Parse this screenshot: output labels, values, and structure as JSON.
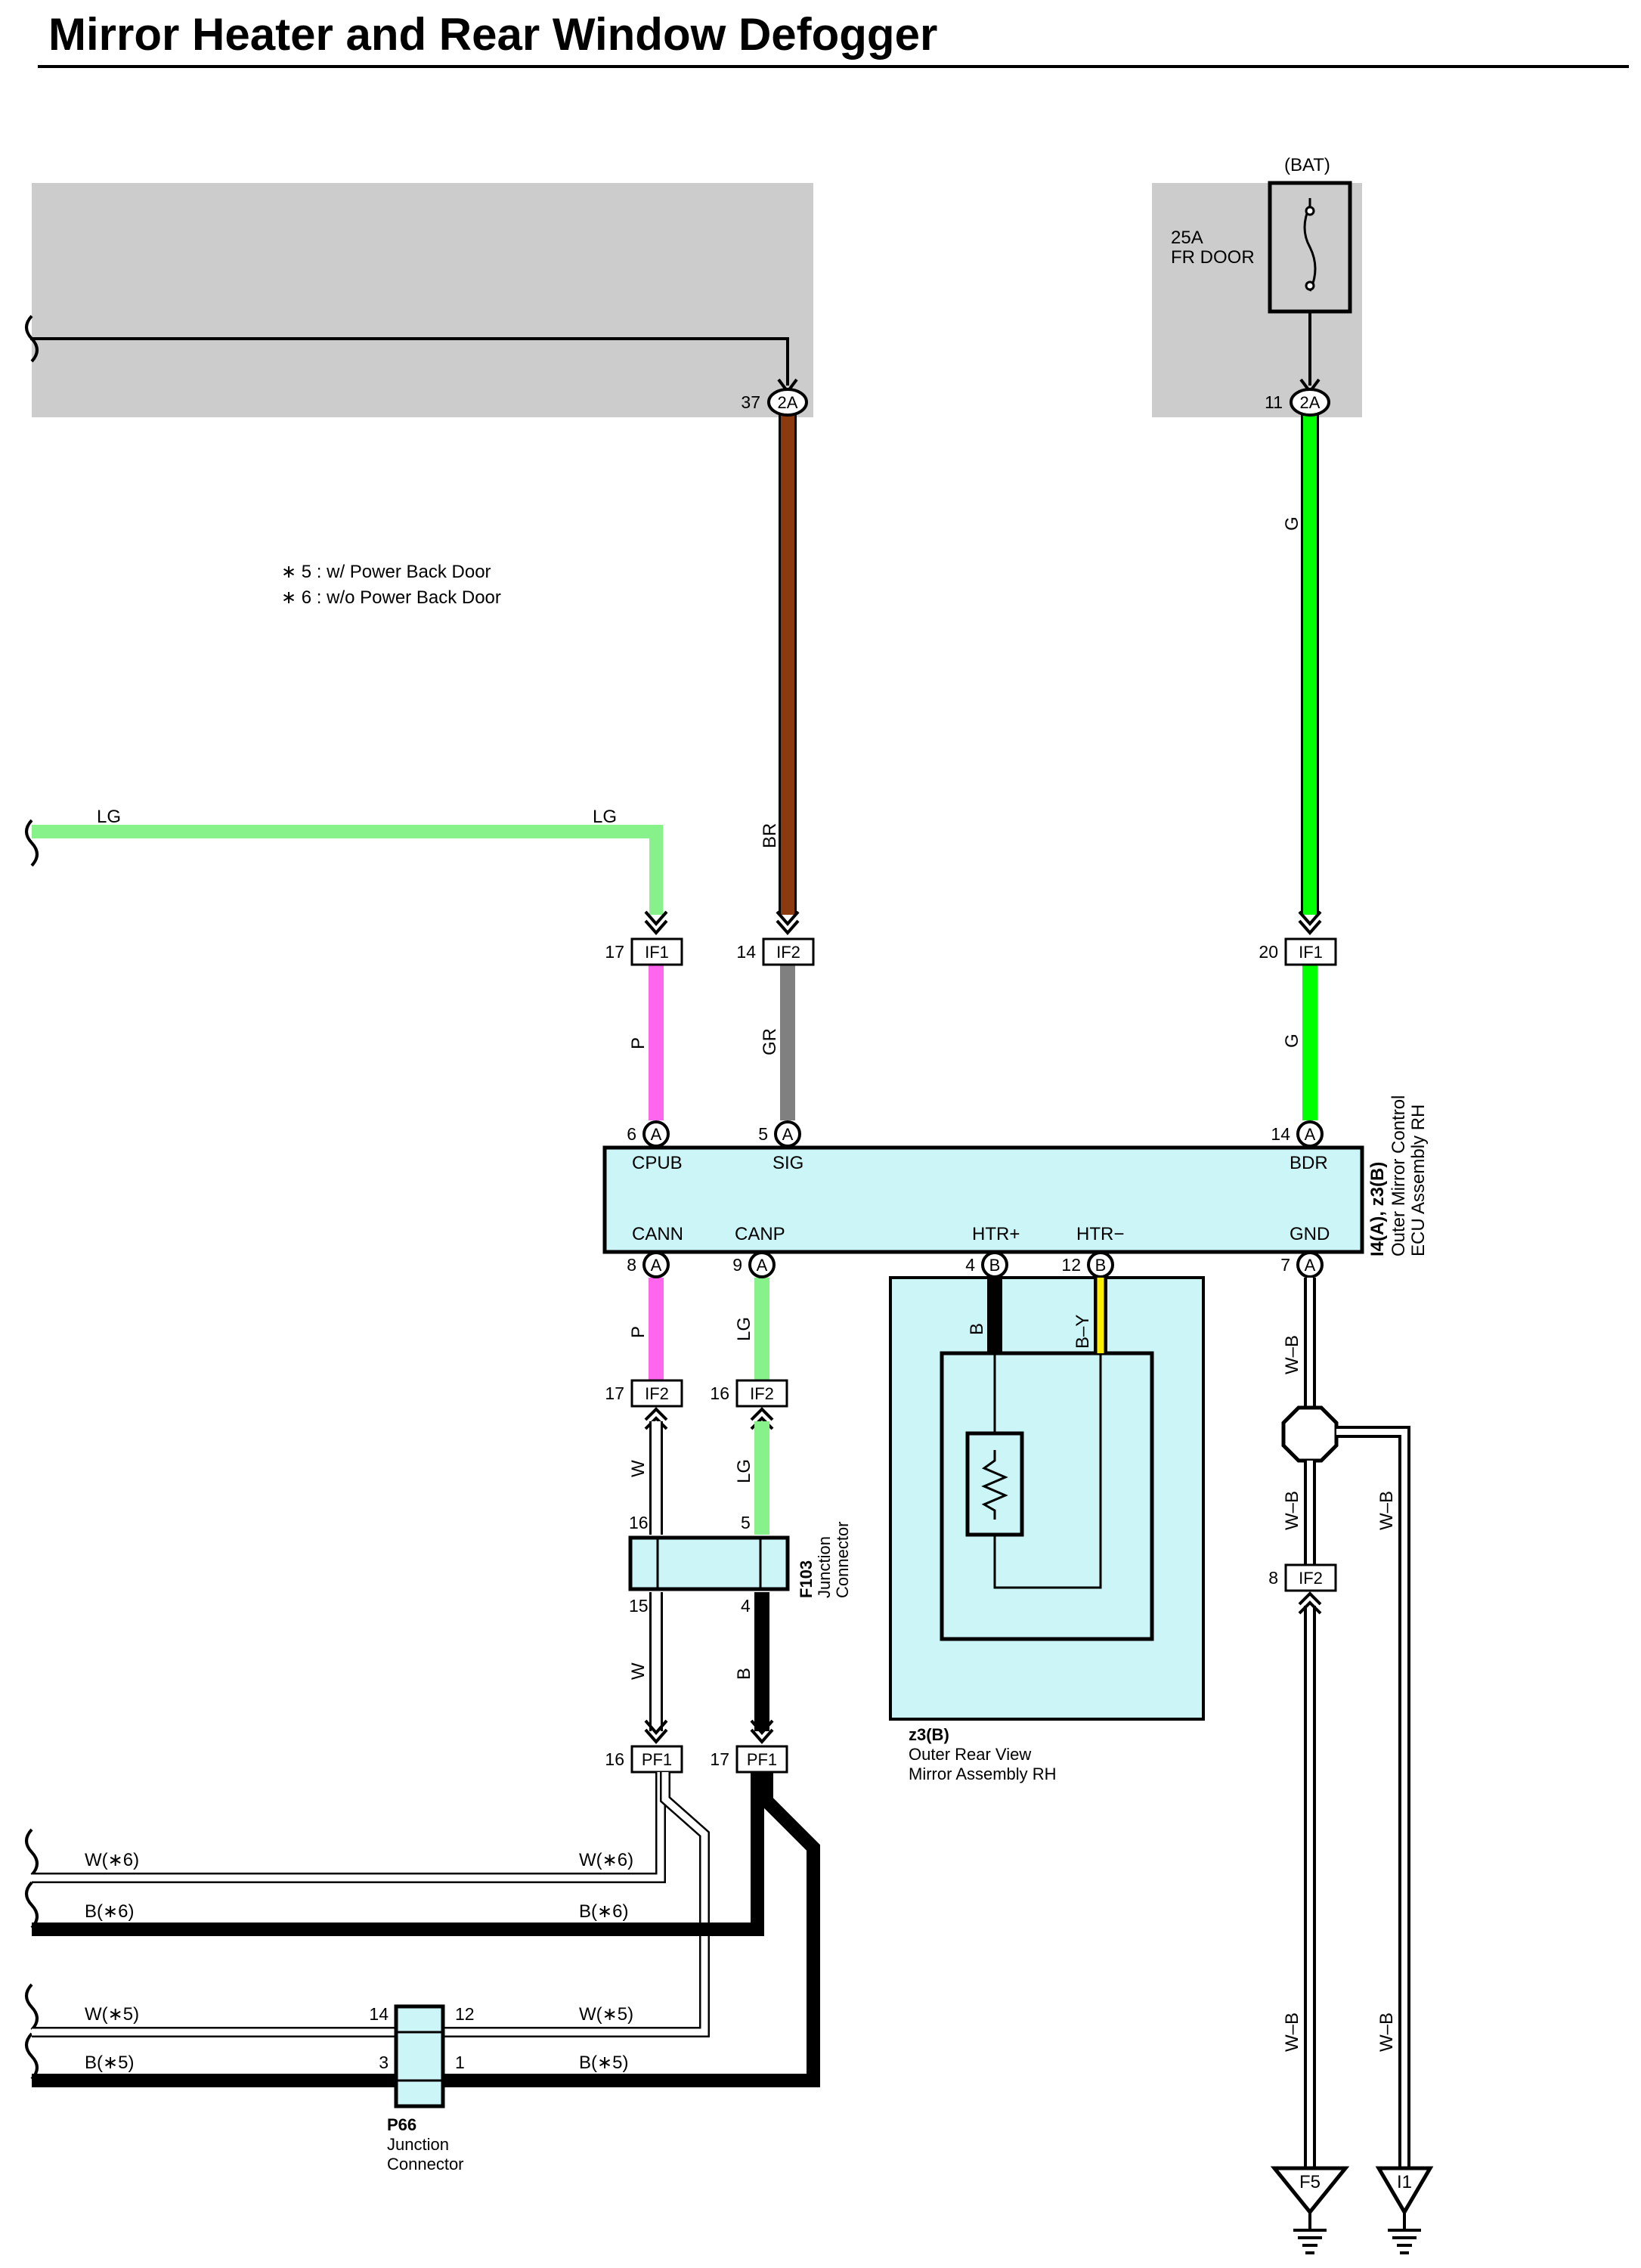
{
  "title": "Mirror Heater and Rear Window Defogger",
  "colors": {
    "shade": "#cccccc",
    "component_fill": "#ccf5f7",
    "brown": "#8b3a0e",
    "green": "#00ff00",
    "light_green": "#88f28a",
    "pink": "#ff66ee",
    "gray": "#808080",
    "yellow": "#ffee00",
    "black": "#000000"
  },
  "notes": {
    "note5": "∗ 5 : w/ Power Back Door",
    "note6": "∗ 6 : w/o Power Back Door"
  },
  "fuse": {
    "supply": "(BAT)",
    "rating": "25A",
    "name": "FR DOOR"
  },
  "connectors": {
    "c37_pin": "37",
    "c37_id": "2A",
    "c11_pin": "11",
    "c11_id": "2A",
    "if1_17_pin": "17",
    "if1_17_id": "IF1",
    "if2_14_pin": "14",
    "if2_14_id": "IF2",
    "if1_20_pin": "20",
    "if1_20_id": "IF1",
    "a6_pin": "6",
    "a6_id": "A",
    "a5_pin": "5",
    "a5_id": "A",
    "a14_pin": "14",
    "a14_id": "A",
    "a8_pin": "8",
    "a8_id": "A",
    "a9_pin": "9",
    "a9_id": "A",
    "b4_pin": "4",
    "b4_id": "B",
    "b12_pin": "12",
    "b12_id": "B",
    "a7_pin": "7",
    "a7_id": "A",
    "if2_17_pin": "17",
    "if2_17_id": "IF2",
    "if2_16_pin": "16",
    "if2_16_id": "IF2",
    "if2_8_pin": "8",
    "if2_8_id": "IF2",
    "pf1_16_pin": "16",
    "pf1_16_id": "PF1",
    "pf1_17_pin": "17",
    "pf1_17_id": "PF1"
  },
  "ecu": {
    "id": "I4(A), z3(B)",
    "name_line1": "Outer Mirror Control",
    "name_line2": "ECU Assembly RH",
    "terminals": {
      "cpub": "CPUB",
      "sig": "SIG",
      "bdr": "BDR",
      "cann": "CANN",
      "canp": "CANP",
      "htr_plus": "HTR+",
      "htr_minus": "HTR−",
      "gnd": "GND"
    }
  },
  "mirror": {
    "id": "z3(B)",
    "name_line1": "Outer Rear View",
    "name_line2": "Mirror Assembly RH"
  },
  "junction_f103": {
    "id": "F103",
    "name_line1": "Junction",
    "name_line2": "Connector",
    "pin16": "16",
    "pin5": "5",
    "pin15": "15",
    "pin4": "4"
  },
  "junction_p66": {
    "id": "P66",
    "name_line1": "Junction",
    "name_line2": "Connector",
    "pin14": "14",
    "pin12": "12",
    "pin3": "3",
    "pin1": "1"
  },
  "wire_labels": {
    "lg_left": "LG",
    "lg_right": "LG",
    "br": "BR",
    "g_top": "G",
    "g_mid": "G",
    "p_upper": "P",
    "gr": "GR",
    "p_lower": "P",
    "lg_canp": "LG",
    "b_htr": "B",
    "by_htr": "B–Y",
    "wb_gnd": "W–B",
    "w_f103_top": "W",
    "lg_f103_top": "LG",
    "w_f103_bot": "W",
    "b_f103_bot": "B",
    "wb_left_mid": "W–B",
    "wb_right_mid": "W–B",
    "wb_left_bot": "W–B",
    "wb_right_bot": "W–B",
    "w6_left": "W(∗6)",
    "w6_right": "W(∗6)",
    "b6_left": "B(∗6)",
    "b6_right": "B(∗6)",
    "w5_left": "W(∗5)",
    "w5_right": "W(∗5)",
    "b5_left": "B(∗5)",
    "b5_right": "B(∗5)"
  },
  "grounds": {
    "f5": "F5",
    "i1": "I1"
  }
}
